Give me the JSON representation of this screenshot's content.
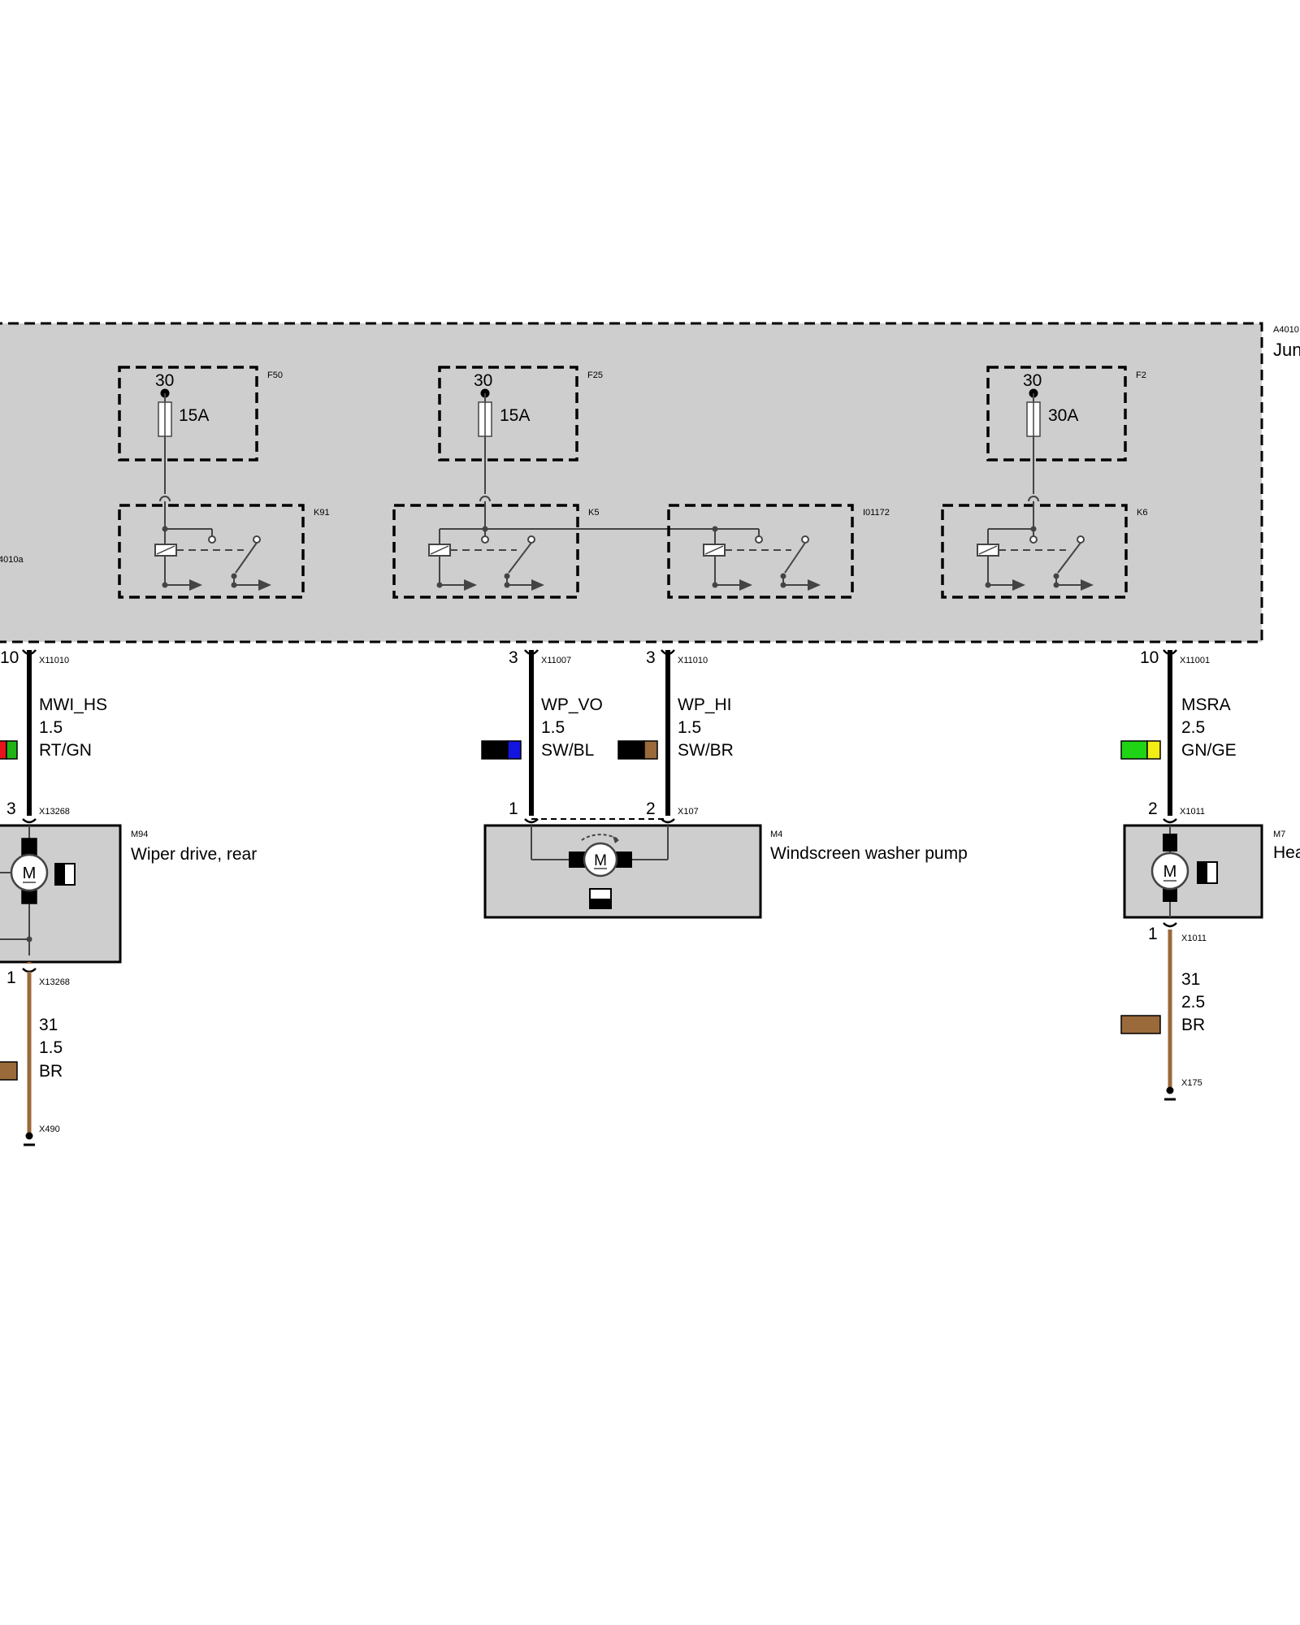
{
  "junction_box": {
    "code": "A4010",
    "label": "Jun",
    "internal_label": "4010a",
    "fuses": [
      {
        "name": "F50",
        "terminal": "30",
        "rating": "15A"
      },
      {
        "name": "F25",
        "terminal": "30",
        "rating": "15A"
      },
      {
        "name": "F2",
        "terminal": "30",
        "rating": "30A"
      }
    ],
    "relays": [
      {
        "name": "K91"
      },
      {
        "name": "K5"
      },
      {
        "name": "I01172"
      },
      {
        "name": "K6"
      }
    ]
  },
  "wires": [
    {
      "pin_top": "10",
      "connector_top": "X11010",
      "signal": "MWI_HS",
      "gauge": "1.5",
      "color_code": "RT/GN",
      "color_a": "#e8141c",
      "color_b": "#1fb414"
    },
    {
      "pin_top": "3",
      "connector_top": "X11007",
      "signal": "WP_VO",
      "gauge": "1.5",
      "color_code": "SW/BL",
      "color_a": "#000000",
      "color_b": "#1414e0"
    },
    {
      "pin_top": "3",
      "connector_top": "X11010",
      "signal": "WP_HI",
      "gauge": "1.5",
      "color_code": "SW/BR",
      "color_a": "#000000",
      "color_b": "#9a6a3a"
    },
    {
      "pin_top": "10",
      "connector_top": "X11001",
      "signal": "MSRA",
      "gauge": "2.5",
      "color_code": "GN/GE",
      "color_a": "#1fd414",
      "color_b": "#f2ee14"
    }
  ],
  "components": [
    {
      "code": "M94",
      "name": "Wiper drive, rear",
      "pin_in": "3",
      "connector_in": "X13268",
      "pin_out": "1",
      "connector_out": "X13268"
    },
    {
      "code": "M4",
      "name": "Windscreen washer pump",
      "pin_a": "1",
      "pin_b": "2",
      "connector": "X107"
    },
    {
      "code": "M7",
      "name": "Hea",
      "pin_in": "2",
      "connector_in": "X1011",
      "pin_out": "1",
      "connector_out": "X1011"
    }
  ],
  "grounds": [
    {
      "signal": "31",
      "gauge": "1.5",
      "color_code": "BR",
      "ground": "X490",
      "color": "#9a6a3a"
    },
    {
      "signal": "31",
      "gauge": "2.5",
      "color_code": "BR",
      "ground": "X175",
      "color": "#9a6a3a"
    }
  ],
  "motor_symbol": "M"
}
